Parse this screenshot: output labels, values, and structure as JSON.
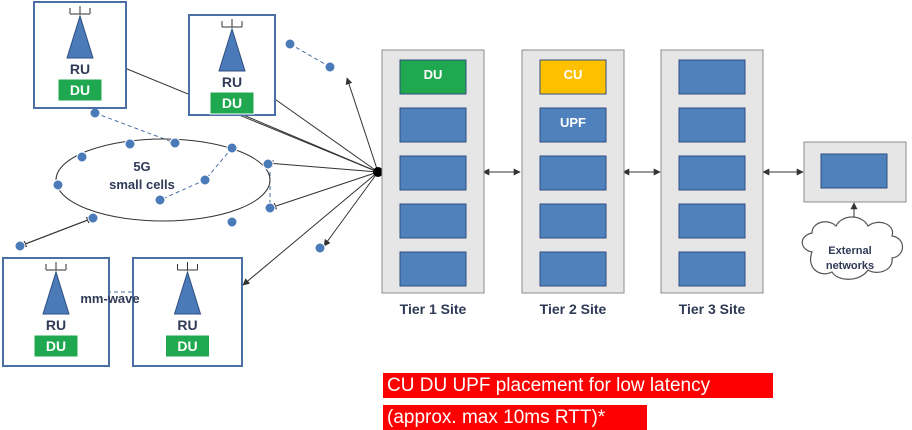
{
  "colors": {
    "ru_border": "#4a6fa5",
    "antenna": "#4a7ab8",
    "du_green": "#1fa84f",
    "cu_yellow": "#ffc000",
    "tier_box_blue": "#4f81bd",
    "site_gray": "#e6e6e6",
    "caption_red": "#ff0000",
    "label_text": "#2f3a56",
    "dot_blue": "#4a7ab8"
  },
  "ru_units": [
    {
      "ru_label": "RU",
      "du_label": "DU"
    },
    {
      "ru_label": "RU",
      "du_label": "DU"
    },
    {
      "ru_label": "RU",
      "du_label": "DU"
    },
    {
      "ru_label": "RU",
      "du_label": "DU"
    }
  ],
  "small_cells": {
    "line1": "5G",
    "line2": "small cells"
  },
  "mmwave_label": "mm-wave",
  "tiers": [
    {
      "label": "Tier 1 Site",
      "boxes": [
        "DU",
        "",
        "",
        "",
        ""
      ]
    },
    {
      "label": "Tier 2 Site",
      "boxes": [
        "CU",
        "UPF",
        "",
        "",
        ""
      ]
    },
    {
      "label": "Tier 3 Site",
      "boxes": [
        "",
        "",
        "",
        "",
        ""
      ]
    }
  ],
  "external": {
    "line1": "External",
    "line2": "networks"
  },
  "caption": {
    "line1": "CU DU UPF placement for low latency",
    "line2": "(approx. max 10ms RTT)*"
  }
}
